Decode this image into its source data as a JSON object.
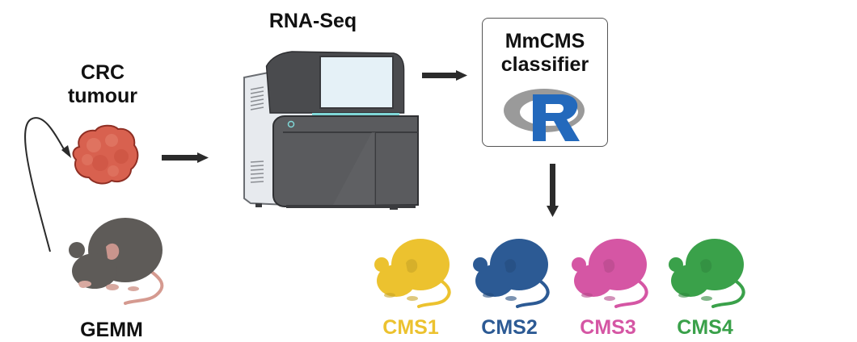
{
  "labels": {
    "tumour_line1": "CRC",
    "tumour_line2": "tumour",
    "model": "GEMM",
    "sequencing": "RNA-Seq",
    "classifier_line1": "MmCMS",
    "classifier_line2": "classifier"
  },
  "subtypes": [
    {
      "label": "CMS1",
      "color": "#ecc22f"
    },
    {
      "label": "CMS2",
      "color": "#2c5a94"
    },
    {
      "label": "CMS3",
      "color": "#d556a4"
    },
    {
      "label": "CMS4",
      "color": "#3aa14a"
    }
  ],
  "colors": {
    "arrow": "#2b2b2b",
    "tumour": "#d8614f",
    "mouse": "#5e5b58",
    "r_logo_blue": "#2369bc",
    "r_logo_grey": "#9a9a9a"
  }
}
